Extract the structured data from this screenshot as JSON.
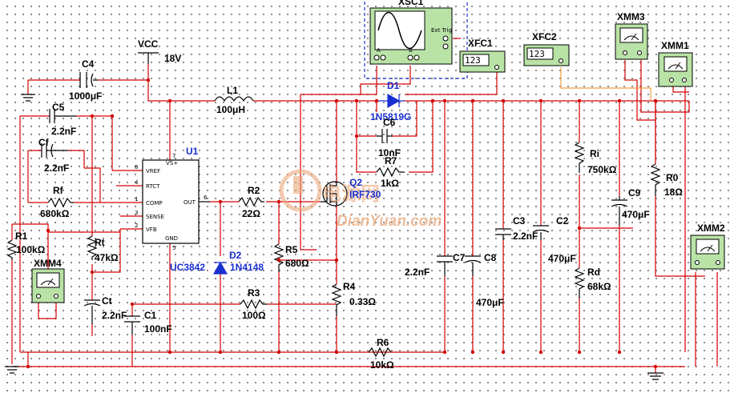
{
  "vcc": {
    "net": "VCC",
    "value": "18V"
  },
  "capacitors": {
    "c4": {
      "name": "C4",
      "value": "1000μF"
    },
    "c5": {
      "name": "C5",
      "value": "2.2nF"
    },
    "cf": {
      "name": "Cf",
      "value": "2.2nF"
    },
    "c6": {
      "name": "C6",
      "value": "10nF"
    },
    "ct": {
      "name": "Ct",
      "value": "2.2nF"
    },
    "c1": {
      "name": "C1",
      "value": "100nF"
    },
    "c7": {
      "name": "C7",
      "value": "2.2nF"
    },
    "c8": {
      "name": "C8",
      "value": "470μF"
    },
    "c3": {
      "name": "C3",
      "value": "2.2nF"
    },
    "c2": {
      "name": "C2",
      "value": "470μF"
    },
    "c9": {
      "name": "C9",
      "value": "470μF"
    }
  },
  "inductor": {
    "name": "L1",
    "value": "100μH"
  },
  "diodes": {
    "d1": {
      "name": "D1",
      "part": "1N5819G"
    },
    "d2": {
      "name": "D2",
      "part": "1N4148"
    }
  },
  "transistor": {
    "name": "Q2",
    "part": "IRF730"
  },
  "resistors": {
    "rf": {
      "name": "Rf",
      "value": "680kΩ"
    },
    "r1": {
      "name": "R1",
      "value": "100kΩ"
    },
    "rt": {
      "name": "Rt",
      "value": "47kΩ"
    },
    "r2": {
      "name": "R2",
      "value": "22Ω"
    },
    "r5": {
      "name": "R5",
      "value": "680Ω"
    },
    "r3": {
      "name": "R3",
      "value": "100Ω"
    },
    "r4": {
      "name": "R4",
      "value": "0.33Ω"
    },
    "r6": {
      "name": "R6",
      "value": "10kΩ"
    },
    "r7": {
      "name": "R7",
      "value": "1kΩ"
    },
    "ri": {
      "name": "Ri",
      "value": "750kΩ"
    },
    "rd": {
      "name": "Rd",
      "value": "68kΩ"
    },
    "r0": {
      "name": "R0",
      "value": "18Ω"
    }
  },
  "ic": {
    "name": "U1",
    "part": "UC3842",
    "pins": {
      "vref": "VREF",
      "rtct": "RTCT",
      "comp": "COMP",
      "sense": "SENSE",
      "vfb": "VFB",
      "vs": "VS+",
      "out": "OUT",
      "gnd": "GND"
    },
    "pin_numbers": {
      "vref": "8",
      "rtct": "4",
      "comp": "1",
      "sense": "3",
      "vfb": "2",
      "vs": "7",
      "out": "6",
      "gnd": "5"
    }
  },
  "instruments": {
    "xsc1": {
      "name": "XSC1",
      "ext_trig": "Ext Trig",
      "ch_a": "A",
      "ch_b": "B"
    },
    "xfc1": {
      "name": "XFC1",
      "display": "123"
    },
    "xfc2": {
      "name": "XFC2",
      "display": "123"
    },
    "xmm1": {
      "name": "XMM1"
    },
    "xmm2": {
      "name": "XMM2"
    },
    "xmm3": {
      "name": "XMM3"
    },
    "xmm4": {
      "name": "XMM4"
    }
  },
  "watermark": {
    "cn": "电源网",
    "en": "DianYuan.com"
  },
  "colors": {
    "wire": "#d40000",
    "part": "#000000",
    "label": "#000000",
    "designator_alt": "#1a2fd0",
    "scope_frame": "#1a2fd0",
    "orange_wire": "#f0a040",
    "instrument_fill": "#b9e3a6"
  }
}
